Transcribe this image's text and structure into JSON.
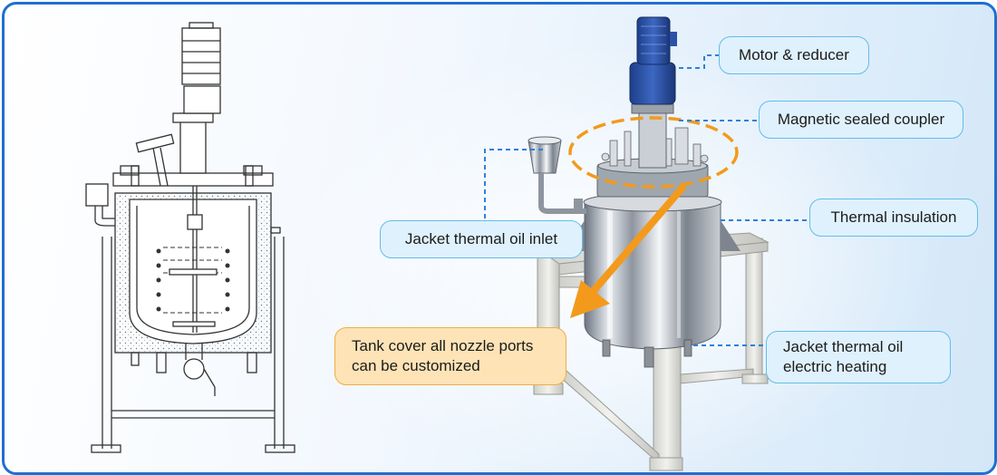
{
  "colors": {
    "border": "#1f6fd1",
    "callout_fill": "#dff1fc",
    "callout_stroke": "#63bde8",
    "highlight_fill": "#fde3b6",
    "highlight_stroke": "#f0ad44",
    "arrow": "#f39a1c",
    "leader": "#2f80d8"
  },
  "labels": {
    "motor": "Motor & reducer",
    "coupler": "Magnetic sealed coupler",
    "insulation": "Thermal insulation",
    "inlet": "Jacket thermal oil inlet",
    "heating_line1": "Jacket thermal oil",
    "heating_line2": "electric heating",
    "cover_line1": "Tank cover all nozzle ports",
    "cover_line2": "can be customized"
  },
  "icons": {
    "schematic": "reactor-cross-section-drawing",
    "photo": "jacketed-reactor-photo"
  }
}
